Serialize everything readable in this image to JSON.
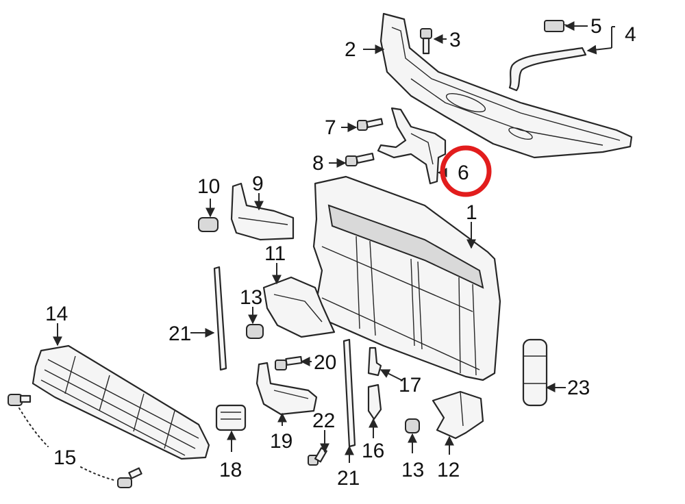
{
  "callouts": {
    "c1": "1",
    "c2": "2",
    "c3": "3",
    "c4": "4",
    "c5": "5",
    "c6": "6",
    "c7": "7",
    "c8": "8",
    "c9": "9",
    "c10": "10",
    "c11": "11",
    "c12": "12",
    "c13a": "13",
    "c13b": "13",
    "c14": "14",
    "c15": "15",
    "c16": "16",
    "c17": "17",
    "c18": "18",
    "c19": "19",
    "c20": "20",
    "c21a": "21",
    "c21b": "21",
    "c22": "22",
    "c23": "23"
  },
  "highlight": {
    "part": "6",
    "ring_color": "#e21d1d"
  },
  "colors": {
    "line": "#262626",
    "fill": "#f5f5f5",
    "background": "#ffffff"
  }
}
